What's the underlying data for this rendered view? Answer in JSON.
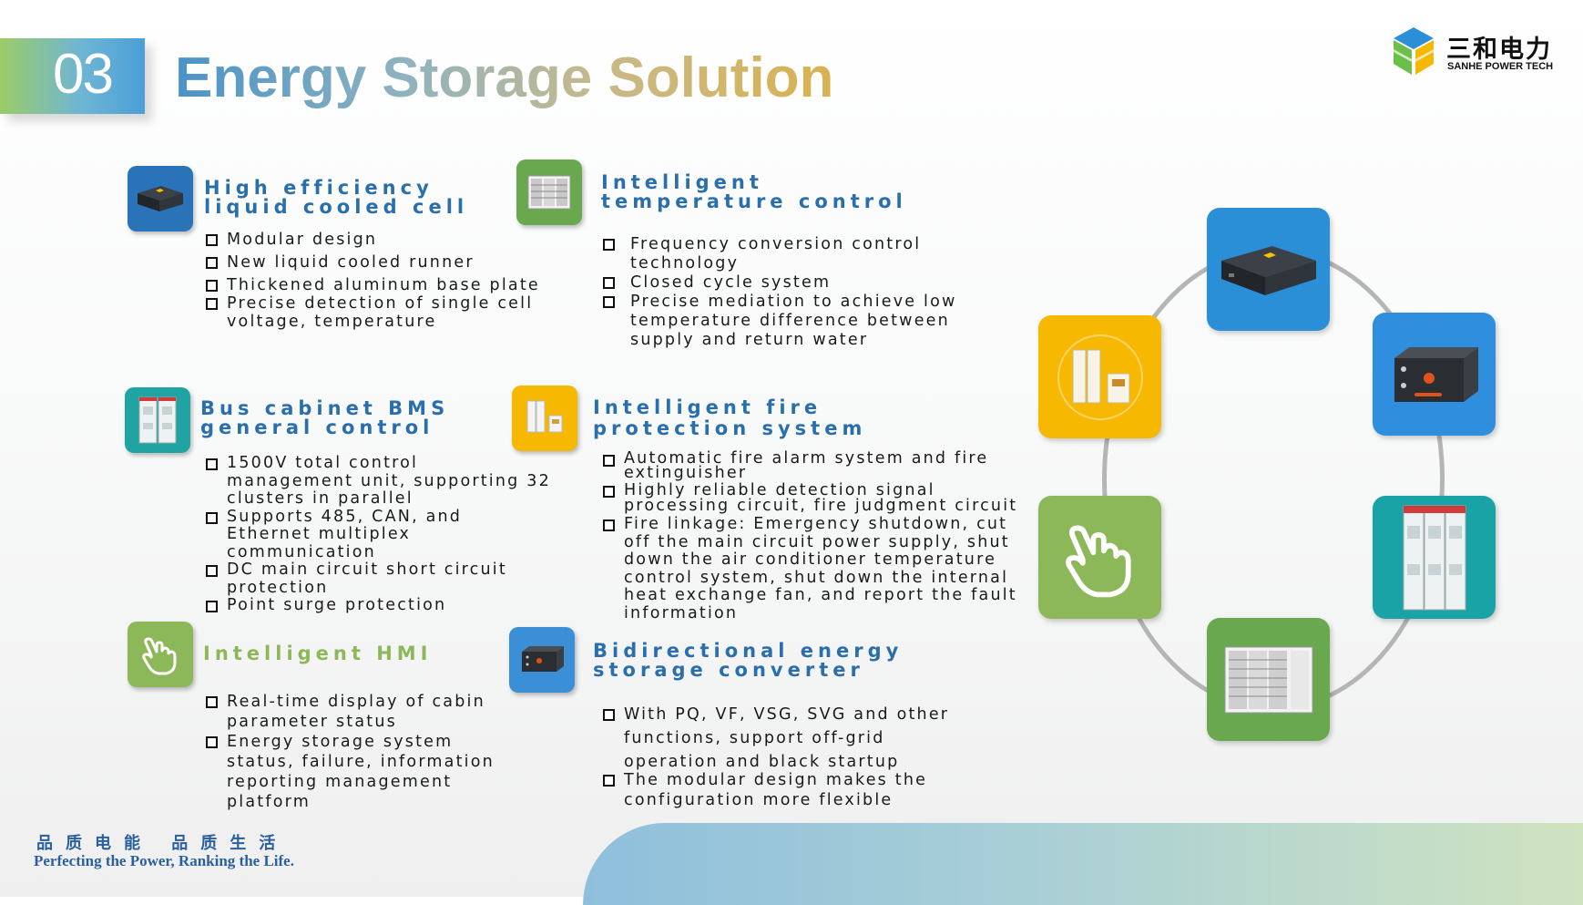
{
  "header": {
    "number": "03",
    "title": "Energy Storage Solution"
  },
  "logo": {
    "cn": "三和电力",
    "en": "SANHE POWER TECH"
  },
  "sections": [
    {
      "title_lines": [
        "High efficiency",
        "liquid cooled cell"
      ],
      "icon": "battery-pack-icon",
      "color": "#2a73b8",
      "bullets": [
        "Modular design",
        "New liquid cooled runner",
        "Thickened aluminum base plate",
        "Precise detection of single cell\nvoltage, temperature"
      ]
    },
    {
      "title_lines": [
        "Intelligent",
        "temperature control"
      ],
      "icon": "server-rack-icon",
      "color": "#6aa84f",
      "bullets": [
        "Frequency conversion control\ntechnology",
        "Closed cycle system",
        "Precise mediation to achieve low\ntemperature difference between\nsupply and return water"
      ]
    },
    {
      "title_lines": [
        "Bus cabinet BMS",
        "general control"
      ],
      "icon": "cabinet-icon",
      "color": "#1fa3a3",
      "bullets": [
        "1500V total control\nmanagement unit, supporting 32\nclusters in parallel",
        "Supports 485, CAN, and\nEthernet multiplex\ncommunication",
        "DC main circuit short circuit\nprotection",
        "Point surge protection"
      ]
    },
    {
      "title_lines": [
        "Intelligent fire",
        "protection system"
      ],
      "icon": "fire-system-icon",
      "color": "#f6b800",
      "bullets": [
        "Automatic fire alarm system and fire\nextinguisher",
        "Highly reliable detection signal\nprocessing circuit, fire judgment circuit",
        "Fire linkage: Emergency shutdown, cut\noff the main circuit power supply, shut\ndown the air conditioner temperature\ncontrol system, shut down the internal\nheat exchange fan, and report the fault\ninformation"
      ]
    },
    {
      "title_lines": [
        "Intelligent HMI"
      ],
      "icon": "touch-hand-icon",
      "color": "#8db85a",
      "bullets": [
        "Real-time display of cabin\nparameter status",
        "Energy storage system\nstatus, failure, information\nreporting management\nplatform"
      ]
    },
    {
      "title_lines": [
        "Bidirectional energy",
        "storage converter"
      ],
      "icon": "converter-icon",
      "color": "#3a8fd6",
      "bullets": [
        "With PQ, VF, VSG, SVG and other\nfunctions, support off-grid\noperation and black startup",
        "The modular design makes the\nconfiguration more flexible"
      ]
    }
  ],
  "diagram": {
    "nodes": [
      {
        "icon": "battery-pack-icon",
        "color": "#2a8fd6"
      },
      {
        "icon": "converter-icon",
        "color": "#2f8fde"
      },
      {
        "icon": "cabinet-icon",
        "color": "#1aa3a6"
      },
      {
        "icon": "server-rack-icon",
        "color": "#6aa84f"
      },
      {
        "icon": "touch-hand-icon",
        "color": "#8db85a"
      },
      {
        "icon": "fire-system-icon",
        "color": "#f6b800"
      }
    ]
  },
  "footer": {
    "slogan_cn": "品质电能 品质生活",
    "slogan_en": "Perfecting the Power, Ranking the Life."
  }
}
